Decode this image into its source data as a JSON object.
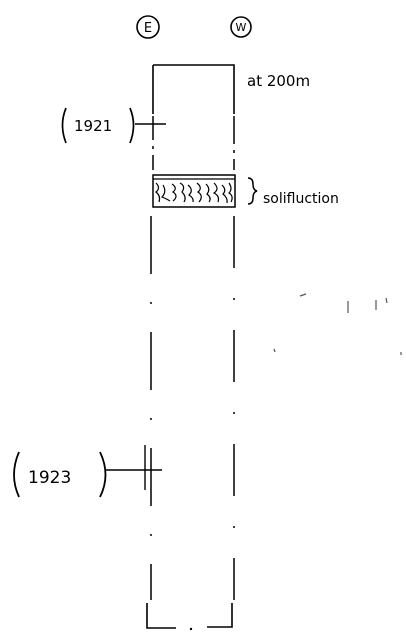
{
  "sketch": {
    "east_label": "E",
    "west_label": "W",
    "depth_note": "at 200m",
    "top_year": "1921",
    "bottom_year": "1923",
    "layer_label": "solifluction"
  }
}
